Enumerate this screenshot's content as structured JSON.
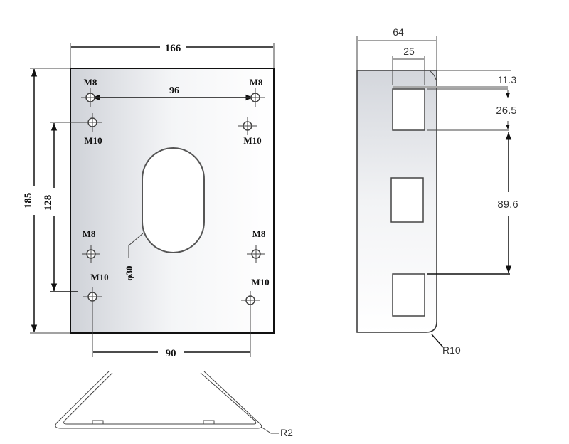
{
  "front_view": {
    "width_dim": "166",
    "height_dim": "185",
    "hole_spacing_vertical": "128",
    "hole_spacing_top": "96",
    "hole_spacing_bottom": "90",
    "slot_dim": "φ30",
    "holes": [
      {
        "label": "M8",
        "pos": "top-left"
      },
      {
        "label": "M8",
        "pos": "top-right"
      },
      {
        "label": "M10",
        "pos": "upper-left"
      },
      {
        "label": "M10",
        "pos": "upper-right"
      },
      {
        "label": "M8",
        "pos": "lower-left"
      },
      {
        "label": "M8",
        "pos": "lower-right"
      },
      {
        "label": "M10",
        "pos": "bottom-left"
      },
      {
        "label": "M10",
        "pos": "bottom-right"
      }
    ]
  },
  "side_view": {
    "width_dim": "64",
    "slot_width_dim": "25",
    "top_offset_dim": "11.3",
    "slot_height_dim": "26.5",
    "slot_pitch_dim": "89.6",
    "corner_radius": "R10"
  },
  "bottom_view": {
    "bend_radius": "R2"
  },
  "colors": {
    "line": "#111111",
    "plate_shade": "#d9dbe0"
  }
}
